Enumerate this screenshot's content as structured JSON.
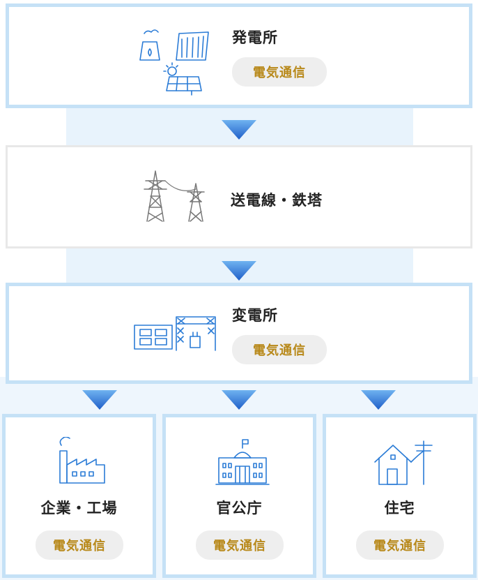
{
  "colors": {
    "accent_blue": "#2a7bd6",
    "badge_text": "#b8891a",
    "badge_bg": "#eeeeee",
    "box_border": "#c5e1f6",
    "backdrop": "#e8f3fc"
  },
  "power_plant": {
    "title": "発電所",
    "badge": "電気通信",
    "icon": "power-plant-icon"
  },
  "transmission": {
    "title": "送電線・鉄塔",
    "icon": "transmission-tower-icon"
  },
  "substation": {
    "title": "変電所",
    "badge": "電気通信",
    "icon": "substation-icon"
  },
  "consumers": [
    {
      "title": "企業・工場",
      "badge": "電気通信",
      "icon": "factory-icon"
    },
    {
      "title": "官公庁",
      "badge": "電気通信",
      "icon": "government-building-icon"
    },
    {
      "title": "住宅",
      "badge": "電気通信",
      "icon": "house-icon"
    }
  ]
}
